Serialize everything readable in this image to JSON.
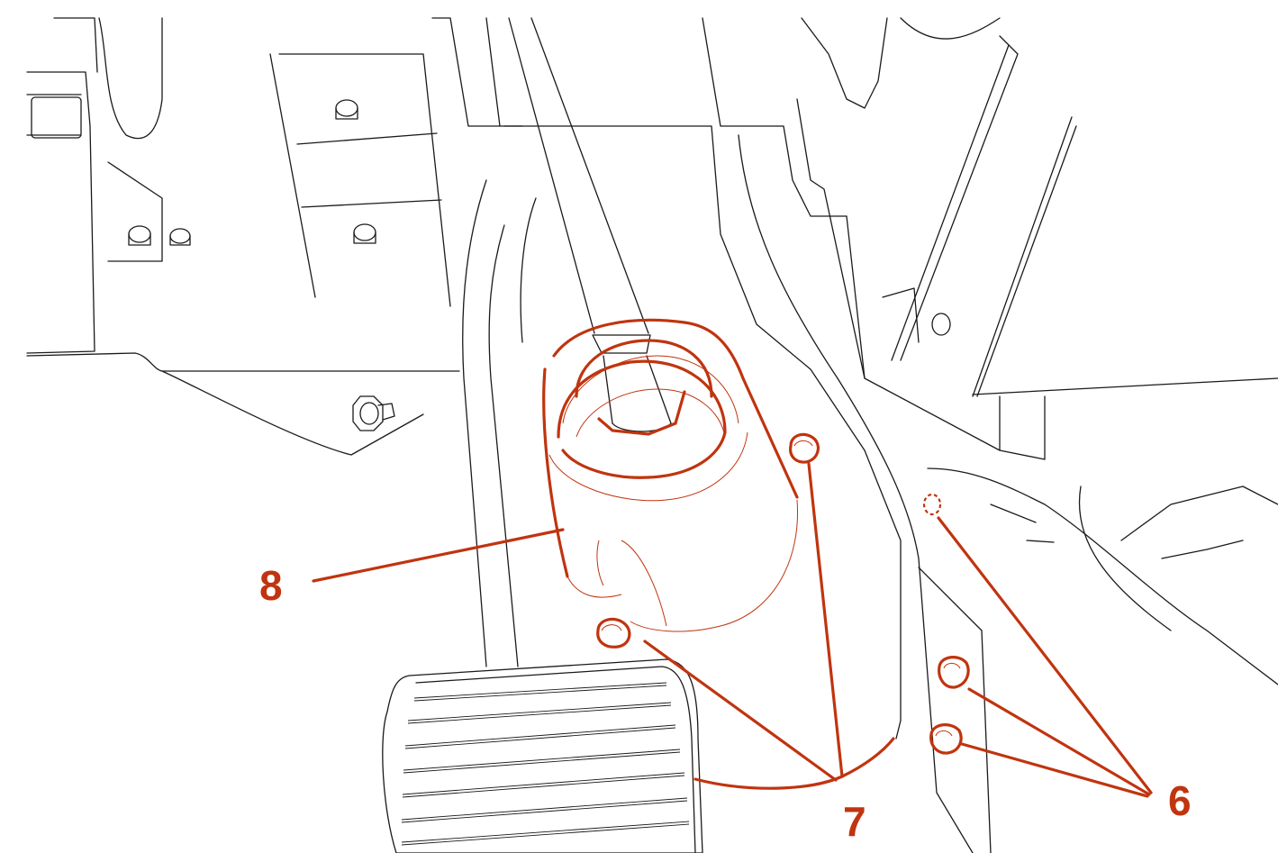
{
  "callouts": {
    "part_8": "8",
    "part_7": "7",
    "part_6": "6"
  },
  "colors": {
    "highlight": "#c0340f",
    "line": "#1a1a1a",
    "background": "#ffffff"
  }
}
